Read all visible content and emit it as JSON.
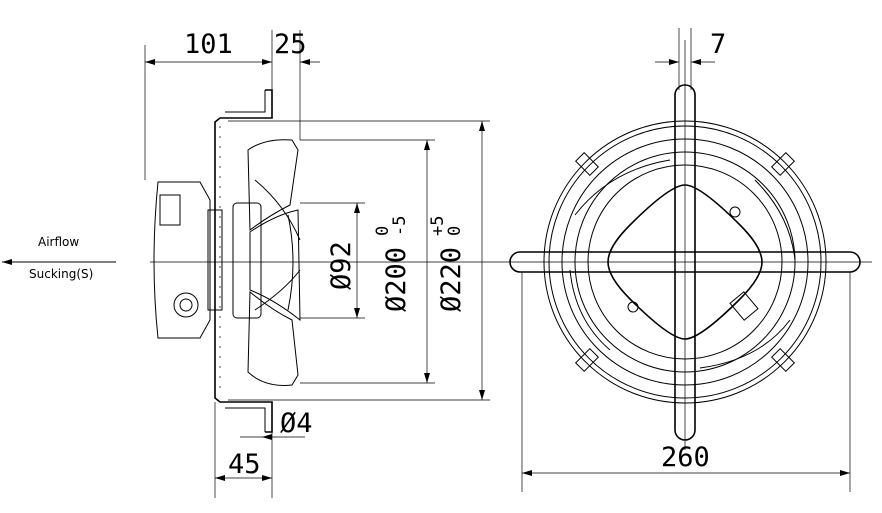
{
  "side_view": {
    "dim_depth": "101",
    "dim_offset": "25",
    "airflow_label": "Airflow",
    "airflow_mode": "Sucking(S)",
    "dia_hub": "Ø92",
    "dia_blade": "Ø200",
    "dia_blade_tol_upper": "0",
    "dia_blade_tol_lower": "-5",
    "dia_guard": "Ø220",
    "dia_guard_tol_upper": "+5",
    "dia_guard_tol_lower": "0",
    "dia_hole": "Ø4",
    "dim_flange": "45"
  },
  "front_view": {
    "dim_bar_width": "7",
    "dim_overall": "260"
  }
}
